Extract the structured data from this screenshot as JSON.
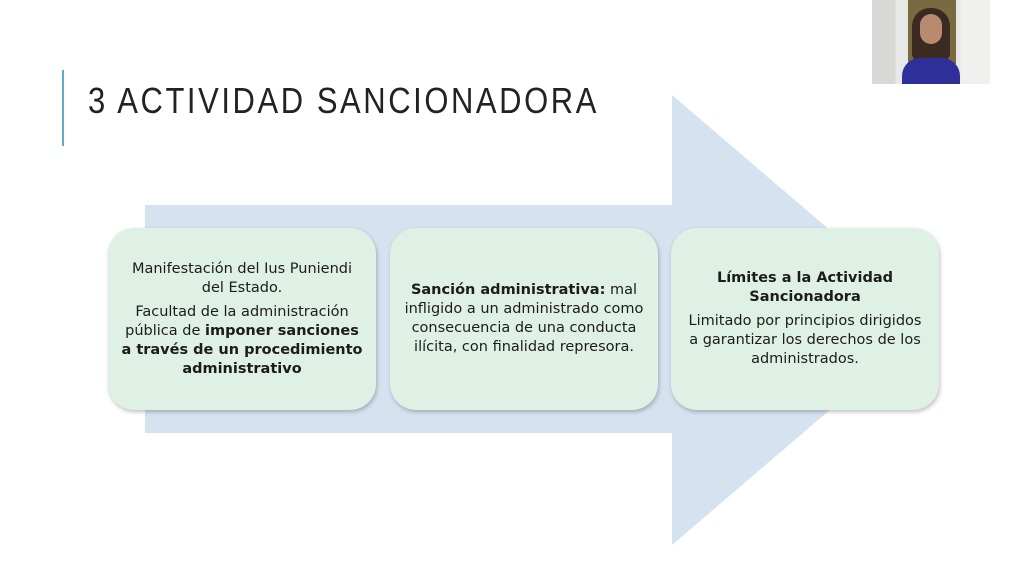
{
  "slide": {
    "title": "3 ACTIVIDAD SANCIONADORA",
    "colors": {
      "accent": "#5aaecb",
      "arrow": "#d5e3f0",
      "box": "#dff0e5"
    },
    "boxes": [
      {
        "line1": "Manifestación del Ius Puniendi del Estado.",
        "line2_normal": "Facultad de la administración pública de ",
        "line2_bold": "imponer sanciones a través de un procedimiento administrativo"
      },
      {
        "bold": "Sanción administrativa:",
        "normal": " mal infligido a un administrado como consecuencia de una conducta ilícita, con finalidad represora."
      },
      {
        "heading": "Límites a la Actividad Sancionadora",
        "body": "Limitado por principios dirigidos a garantizar los derechos de los administrados."
      }
    ]
  },
  "video": {
    "icon": "webcam-participant-video"
  }
}
